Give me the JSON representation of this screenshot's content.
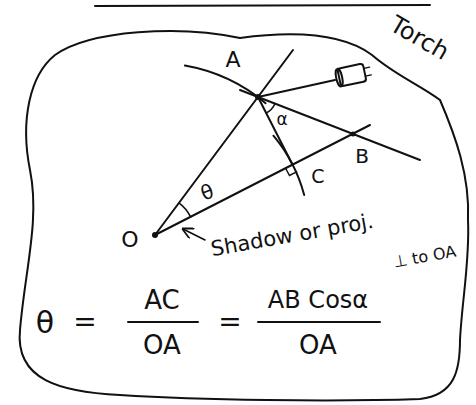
{
  "diagram": {
    "labels": [
      "Torch",
      "A",
      "α",
      "B",
      "C",
      "θ",
      "O",
      "Shadow or proj.",
      "⊥ to OA",
      "θ",
      "=",
      "AC",
      "OA",
      "=",
      "AB Cosα",
      "OA"
    ]
  }
}
